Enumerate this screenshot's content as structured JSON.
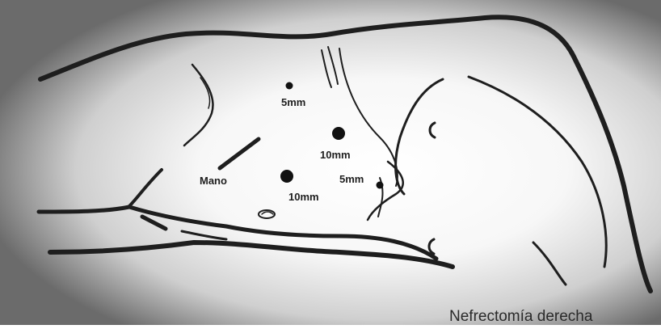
{
  "ports": [
    {
      "label": "5mm",
      "kind": "port-5mm"
    },
    {
      "label": "10mm",
      "kind": "port-10mm"
    },
    {
      "label": "5mm",
      "kind": "port-5mm"
    },
    {
      "label": "10mm",
      "kind": "port-10mm"
    }
  ],
  "hand_port_label": "Mano",
  "caption": "Nefrectomía derecha",
  "colors": {
    "ink": "#1e1e1e",
    "vignette": "#6b6b6b",
    "paper": "#ffffff"
  }
}
